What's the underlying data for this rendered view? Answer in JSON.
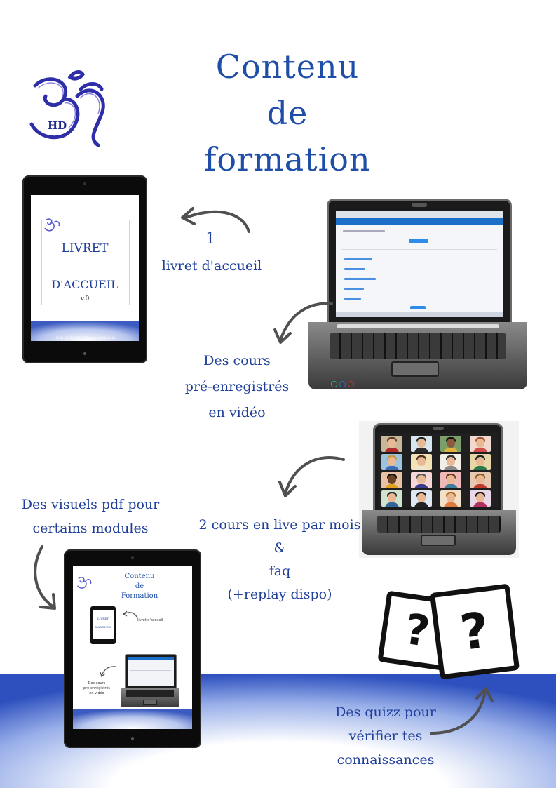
{
  "title": {
    "line1": "Contenu",
    "line2": "de",
    "line3": "formation"
  },
  "logo": {
    "icon": "om-symbol",
    "initials": "HD"
  },
  "booklet": {
    "number": "1",
    "caption": "livret d'accueil",
    "cover_title_line1": "LIVRET",
    "cover_title_line2": "D'ACCUEIL",
    "cover_version": "v.0",
    "cover_footer": "HD By Eva Tel 2022 © Tous droits Réservés"
  },
  "video_courses": {
    "line1": "Des cours",
    "line2": "pré-enregistrés",
    "line3": "en vidéo"
  },
  "live_courses": {
    "line1": "2 cours en live par mois &",
    "line2": "faq",
    "line3": "(+replay dispo)"
  },
  "pdf_visuals": {
    "line1": "Des visuels pdf pour",
    "line2": "certains modules",
    "mini_title_line1": "Contenu",
    "mini_title_line2": "de",
    "mini_title_line3": "Formation",
    "mini_booklet_label": "livret d'accueil",
    "mini_cover_line1": "LIVRET",
    "mini_cover_line2": "D'ACCUEIL",
    "mini_video_line1": "Des cours",
    "mini_video_line2": "pré-enregistrés",
    "mini_video_line3": "en vidéo"
  },
  "quiz": {
    "line1": "Des quizz pour",
    "line2": "vérifier tes",
    "line3": "connaissances",
    "symbol": "?"
  },
  "colors": {
    "title": "#1f4ea8",
    "caption": "#1f3f9a",
    "gradient": "#2d50be"
  }
}
